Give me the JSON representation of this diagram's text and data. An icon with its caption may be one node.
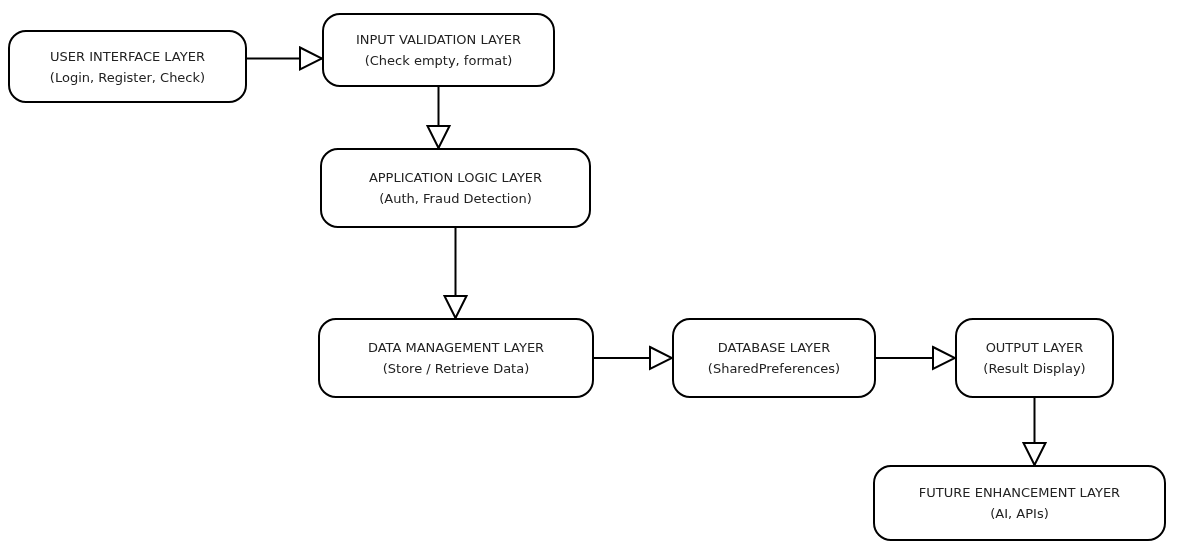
{
  "diagram": {
    "nodes": [
      {
        "text": [
          "USER INTERFACE LAYER",
          "(Login, Register, Check)"
        ]
      },
      {
        "text": [
          "INPUT VALIDATION LAYER",
          "(Check empty, format)"
        ]
      },
      {
        "text": [
          "APPLICATION LOGIC LAYER",
          "(Auth, Fraud Detection)"
        ]
      },
      {
        "text": [
          "DATA MANAGEMENT LAYER",
          "(Store / Retrieve Data)"
        ]
      },
      {
        "text": [
          "DATABASE LAYER",
          "(SharedPreferences)"
        ]
      },
      {
        "text": [
          "OUTPUT LAYER",
          "(Result Display)"
        ]
      },
      {
        "text": [
          "FUTURE ENHANCEMENT LAYER",
          "(AI, APIs)"
        ]
      }
    ],
    "edges": [
      {
        "from": 0,
        "to": 1,
        "arrow": "to"
      },
      {
        "from": 1,
        "to": 2,
        "arrow": "to"
      },
      {
        "from": 2,
        "to": 3,
        "arrow": "to"
      },
      {
        "from": 3,
        "to": 4,
        "arrow": "to"
      },
      {
        "from": 4,
        "to": 5,
        "arrow": "to"
      },
      {
        "from": 5,
        "to": 6,
        "arrow": "to"
      }
    ]
  }
}
